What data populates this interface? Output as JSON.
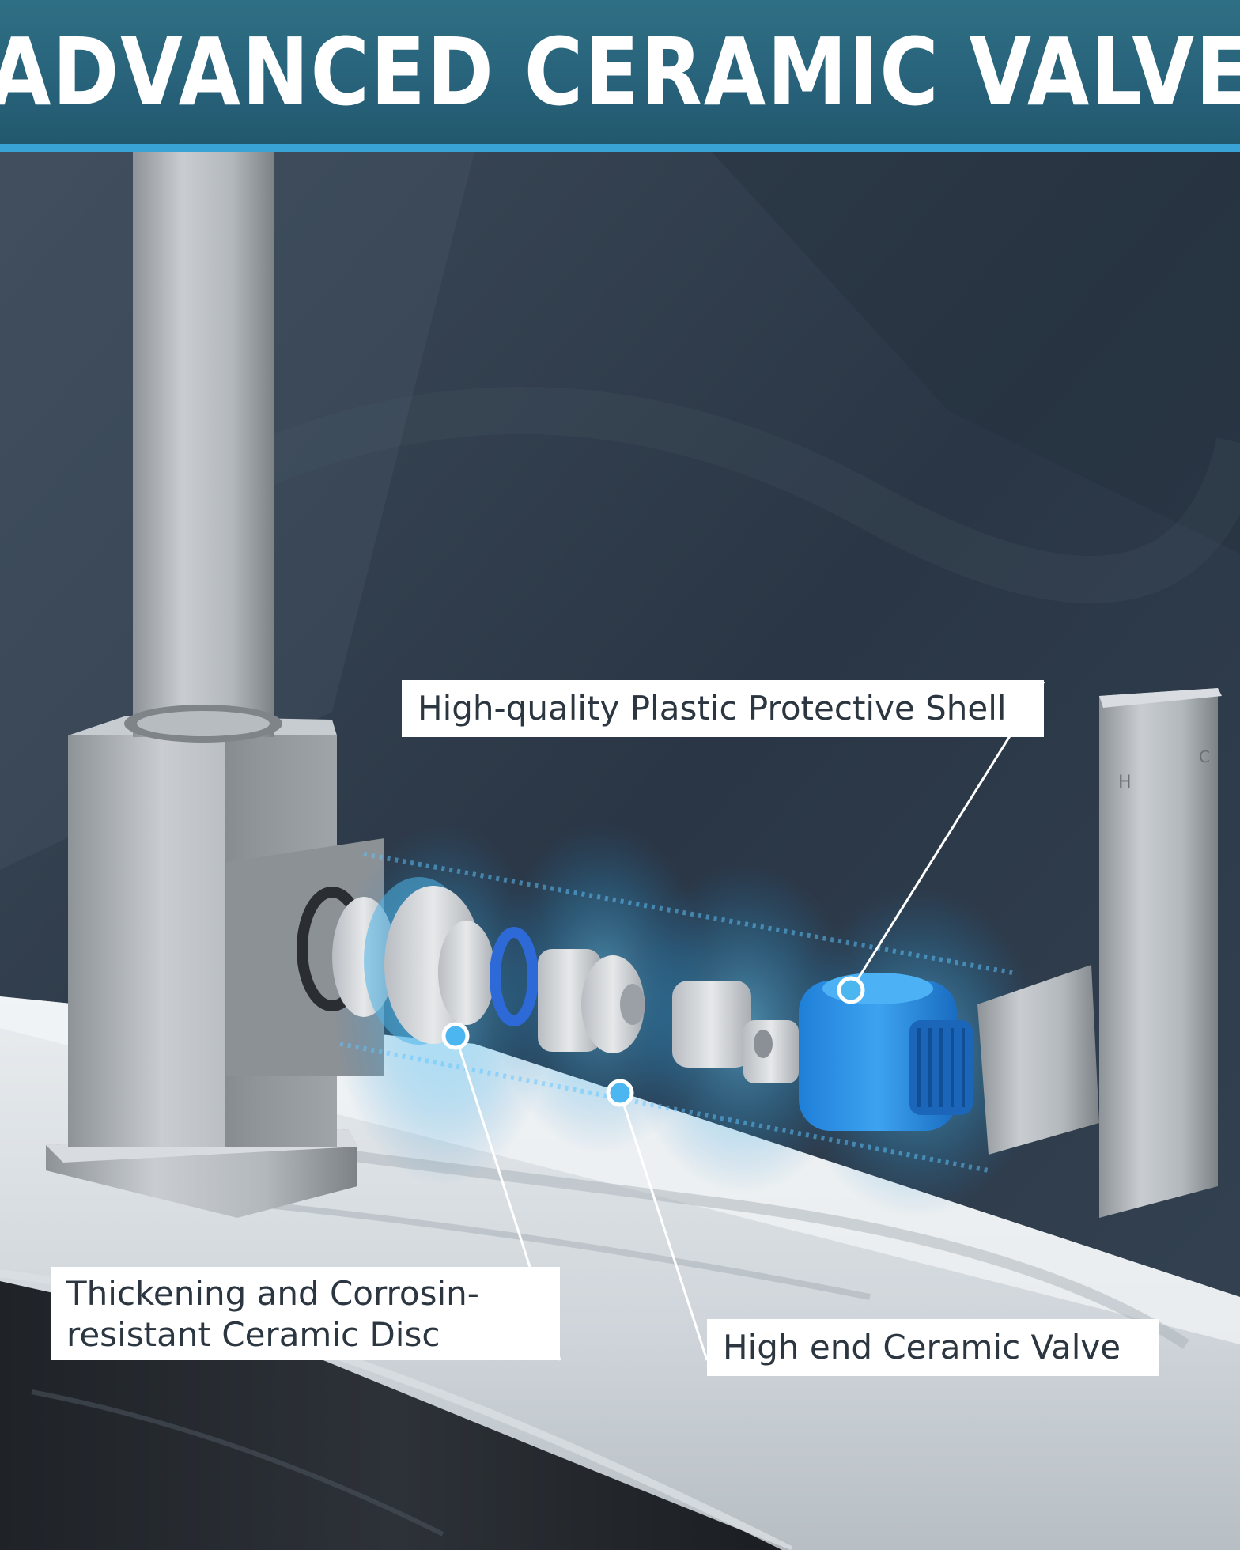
{
  "header": {
    "title": "ADVANCED CERAMIC VALVE"
  },
  "callouts": {
    "shell": "High-quality Plastic Protective Shell",
    "disc_line1": "Thickening and Corrosin-",
    "disc_line2": "resistant Ceramic Disc",
    "valve": "High end Ceramic Valve"
  },
  "handle_marks": {
    "hot": "H",
    "cold": "C"
  },
  "colors": {
    "header_bg": "#27627a",
    "accent_bar": "#3aa3d6",
    "cartridge_blue": "#2f8fe0",
    "glow_blue": "#4fc3f7",
    "label_bg": "#ffffff",
    "label_text": "#2b3640"
  }
}
